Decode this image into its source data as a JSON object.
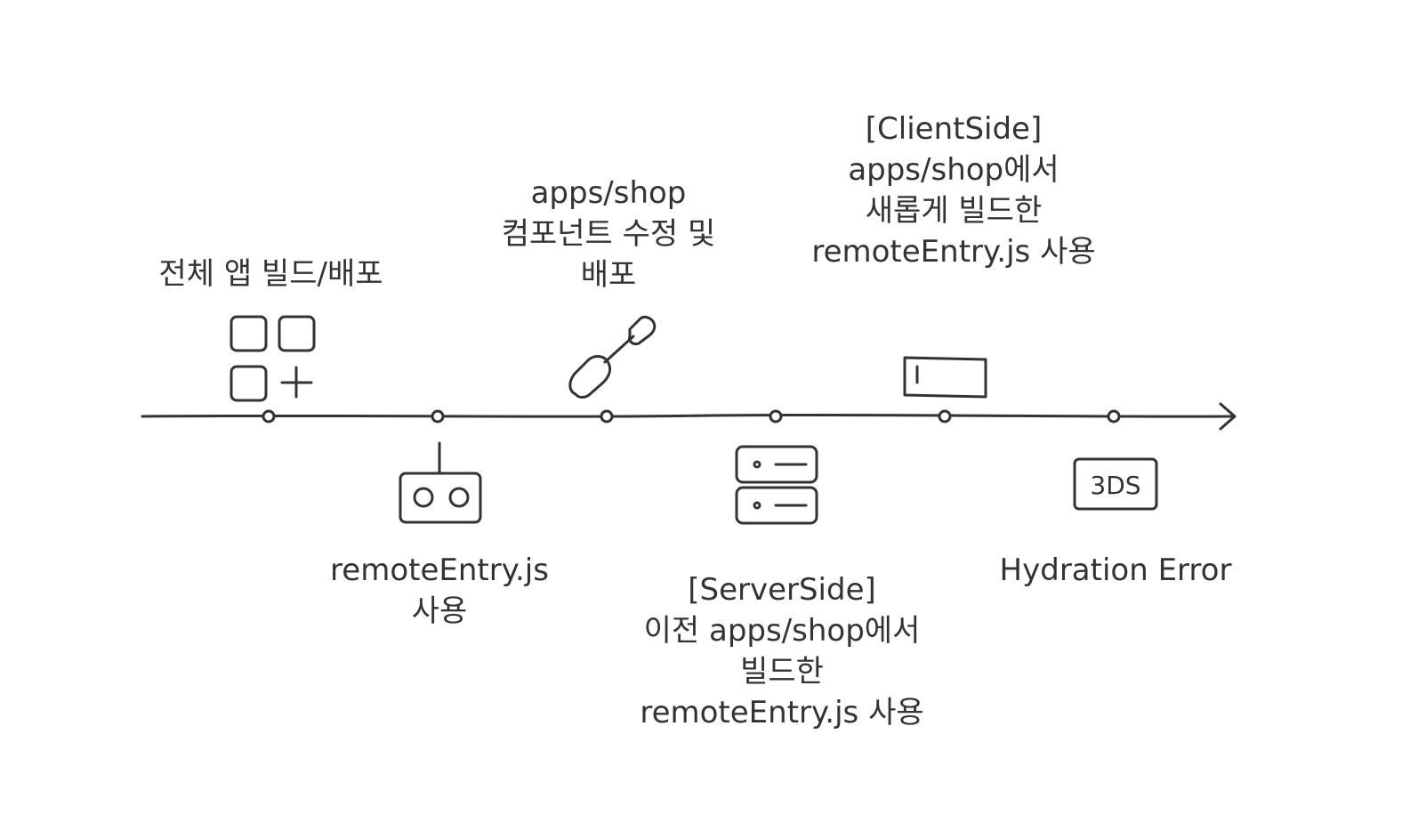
{
  "events": [
    {
      "id": "full-build",
      "lines": [
        "전체 앱 빌드/배포"
      ],
      "icon": "app-grid-icon"
    },
    {
      "id": "use-remote-entry",
      "lines": [
        "remoteEntry.js",
        "사용"
      ],
      "icon": "remote-control-icon"
    },
    {
      "id": "shop-modify",
      "lines": [
        "apps/shop",
        "컴포넌트 수정 및",
        "배포"
      ],
      "icon": "screwdriver-icon"
    },
    {
      "id": "server-side",
      "lines": [
        "[ServerSide]",
        "이전 apps/shop에서",
        "빌드한",
        "remoteEntry.js 사용"
      ],
      "icon": "server-icon"
    },
    {
      "id": "client-side",
      "lines": [
        "[ClientSide]",
        "apps/shop에서",
        "새롭게 빌드한",
        "remoteEntry.js 사용"
      ],
      "icon": "browser-window-icon"
    },
    {
      "id": "hydration-error",
      "lines": [
        "Hydration Error"
      ],
      "icon": "3ds-badge-icon"
    }
  ],
  "badge_text": "3DS",
  "colors": {
    "stroke": "#333333",
    "background": "#ffffff"
  }
}
